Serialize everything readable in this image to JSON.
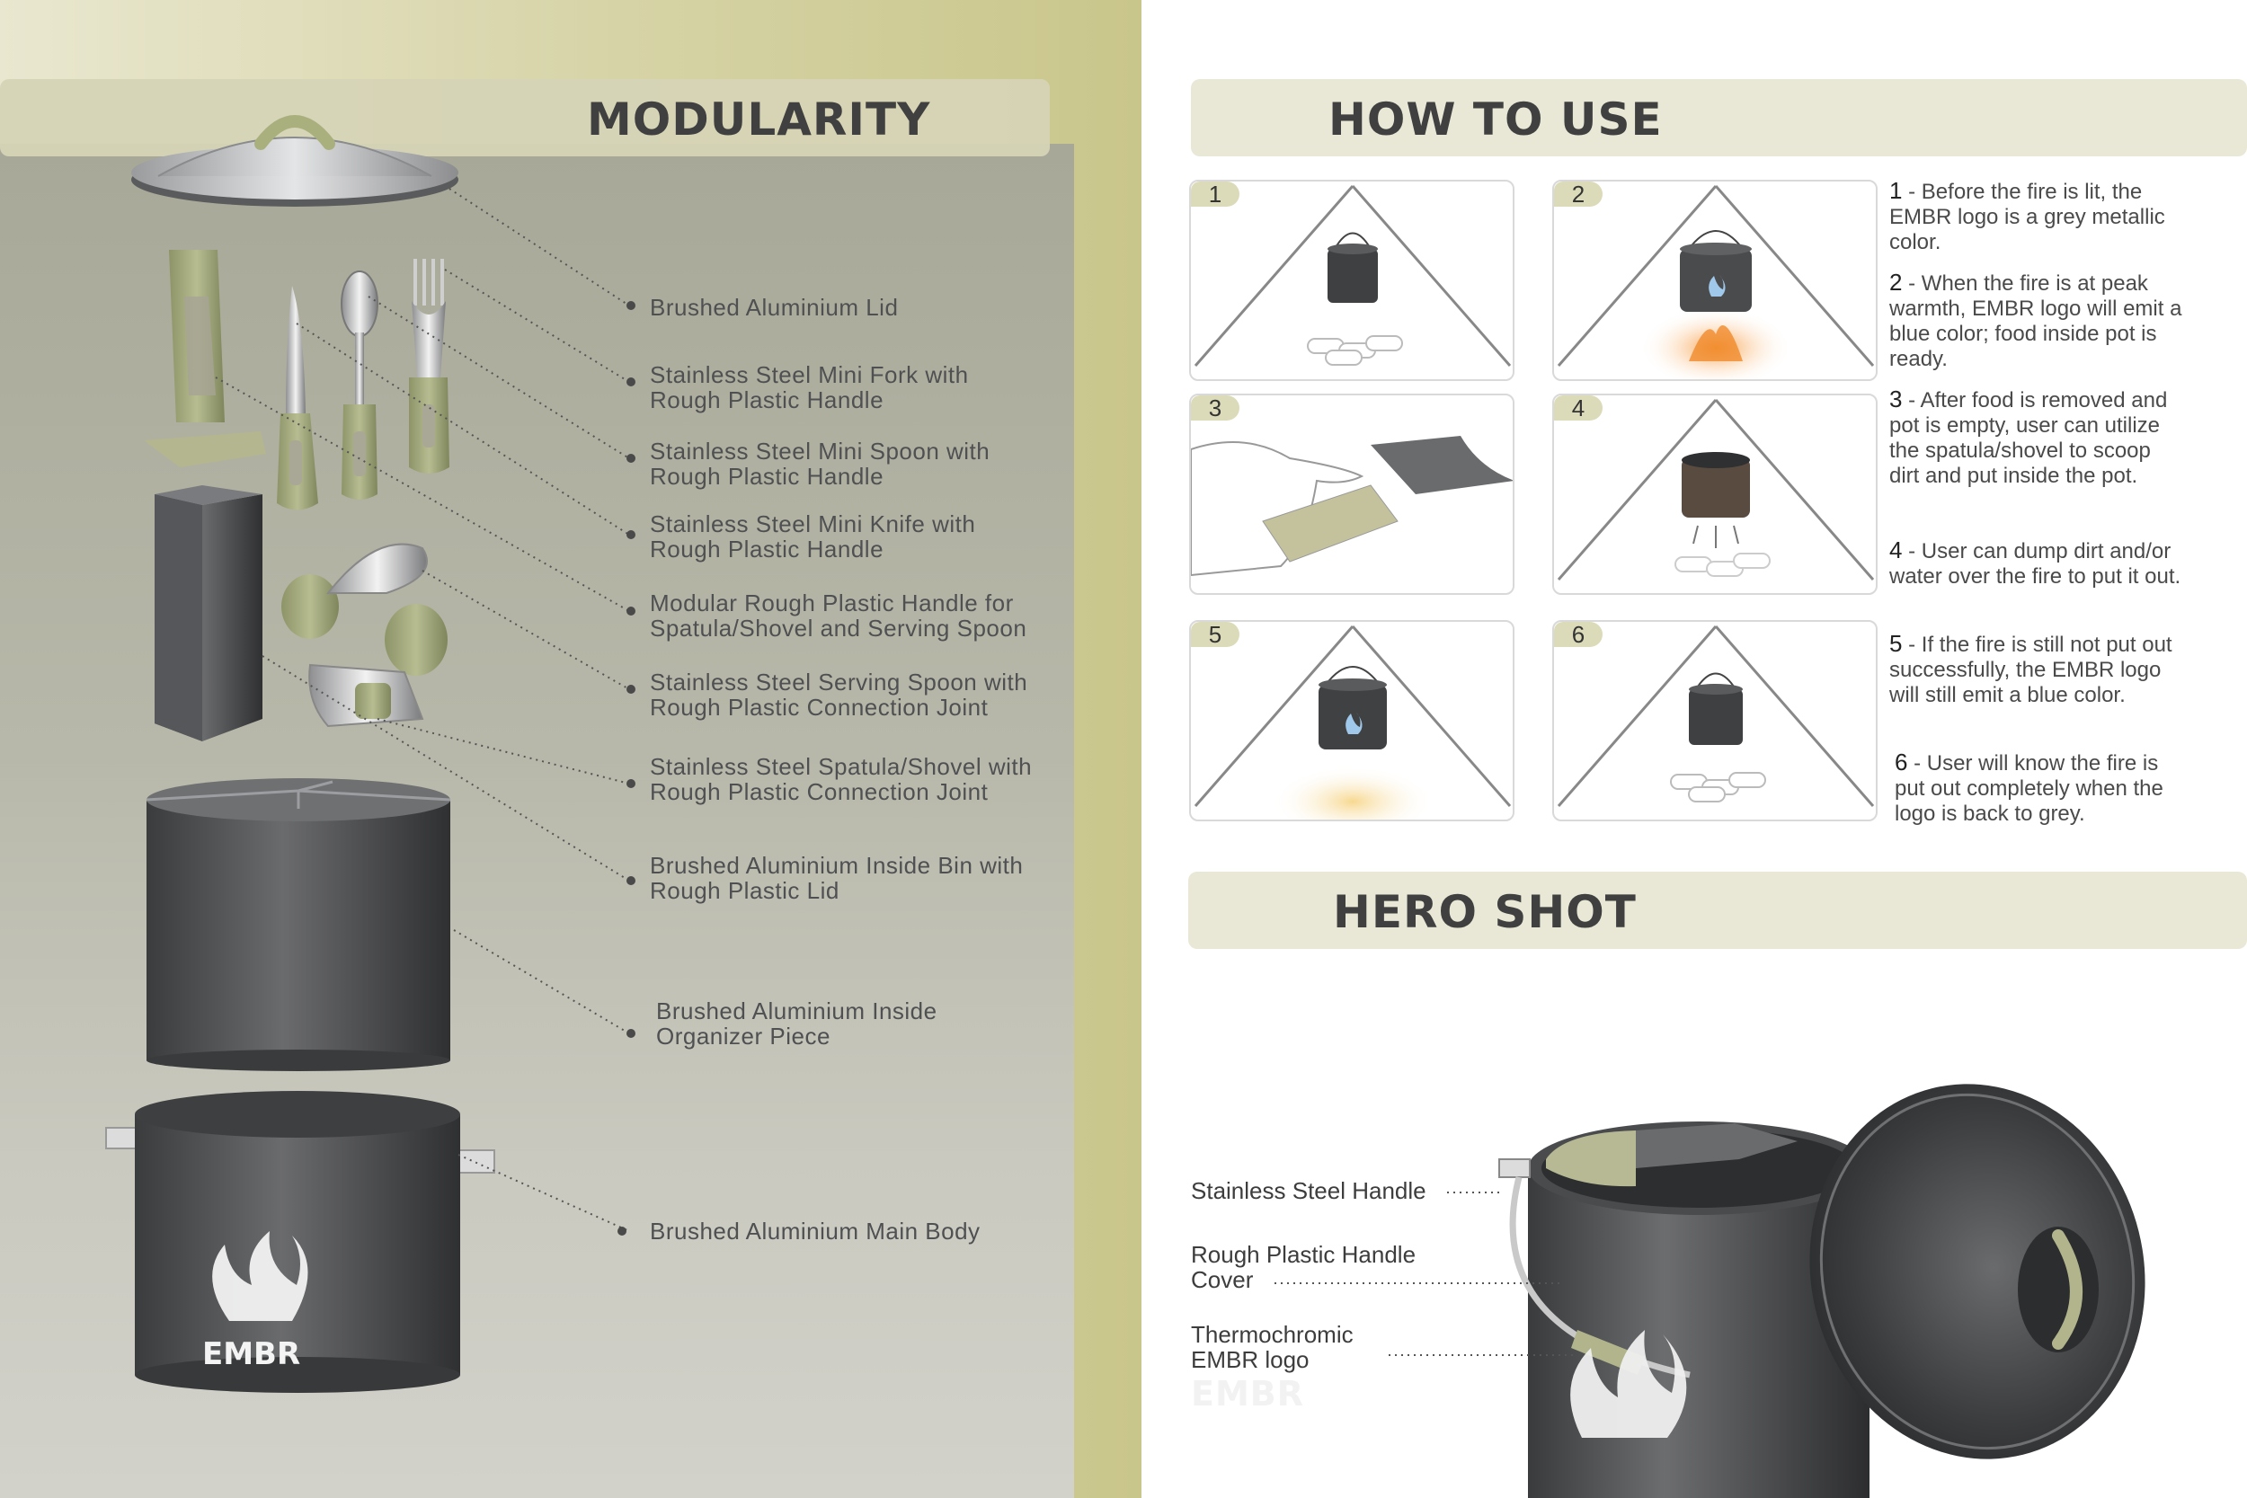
{
  "modularity": {
    "title": "MODULARITY",
    "labels": [
      {
        "line1": "Brushed Aluminium Lid",
        "line2": ""
      },
      {
        "line1": "Stainless Steel Mini Fork with",
        "line2": "Rough Plastic Handle"
      },
      {
        "line1": "Stainless Steel Mini Spoon with",
        "line2": "Rough Plastic Handle"
      },
      {
        "line1": "Stainless Steel Mini Knife with",
        "line2": "Rough Plastic Handle"
      },
      {
        "line1": "Modular Rough Plastic Handle for",
        "line2": "Spatula/Shovel and Serving Spoon"
      },
      {
        "line1": "Stainless Steel Serving Spoon with",
        "line2": "Rough Plastic Connection Joint"
      },
      {
        "line1": "Stainless Steel Spatula/Shovel with",
        "line2": "Rough Plastic Connection Joint"
      },
      {
        "line1": "Brushed Aluminium Inside Bin with",
        "line2": "Rough Plastic Lid"
      },
      {
        "line1": "Brushed Aluminium Inside",
        "line2": "Organizer Piece"
      },
      {
        "line1": "Brushed Aluminium Main Body",
        "line2": ""
      }
    ],
    "logo_text": "EMBR"
  },
  "how_to_use": {
    "title": "HOW TO USE",
    "steps": [
      "1",
      "2",
      "3",
      "4",
      "5",
      "6"
    ],
    "instructions": [
      {
        "num": "1",
        "text": " - Before the fire is lit, the EMBR logo is a grey metallic color."
      },
      {
        "num": "2",
        "text": " - When the fire is at peak warmth, EMBR logo will emit a blue color; food inside pot is ready."
      },
      {
        "num": "3",
        "text": " - After food is removed and pot is empty, user can utilize the spatula/shovel to scoop dirt and put inside the pot."
      },
      {
        "num": "4",
        "text": " - User can dump dirt and/or water over the fire to put it out."
      },
      {
        "num": "5",
        "text": " - If the fire is still not put out successfully, the EMBR logo will still emit a blue color."
      },
      {
        "num": "6",
        "text": " - User will know the fire is put out completely when the logo is back to grey."
      }
    ]
  },
  "hero_shot": {
    "title": "HERO SHOT",
    "labels": [
      {
        "line1": "Stainless Steel Handle",
        "line2": ""
      },
      {
        "line1": "Rough Plastic Handle",
        "line2": "Cover"
      },
      {
        "line1": "Thermochromic",
        "line2": "EMBR logo"
      }
    ],
    "logo_text": "EMBR"
  },
  "colors": {
    "olive": "#a3a77e",
    "banner": "#e9e8d6",
    "metal_dark": "#4a4b4d",
    "text": "#4f5052"
  }
}
